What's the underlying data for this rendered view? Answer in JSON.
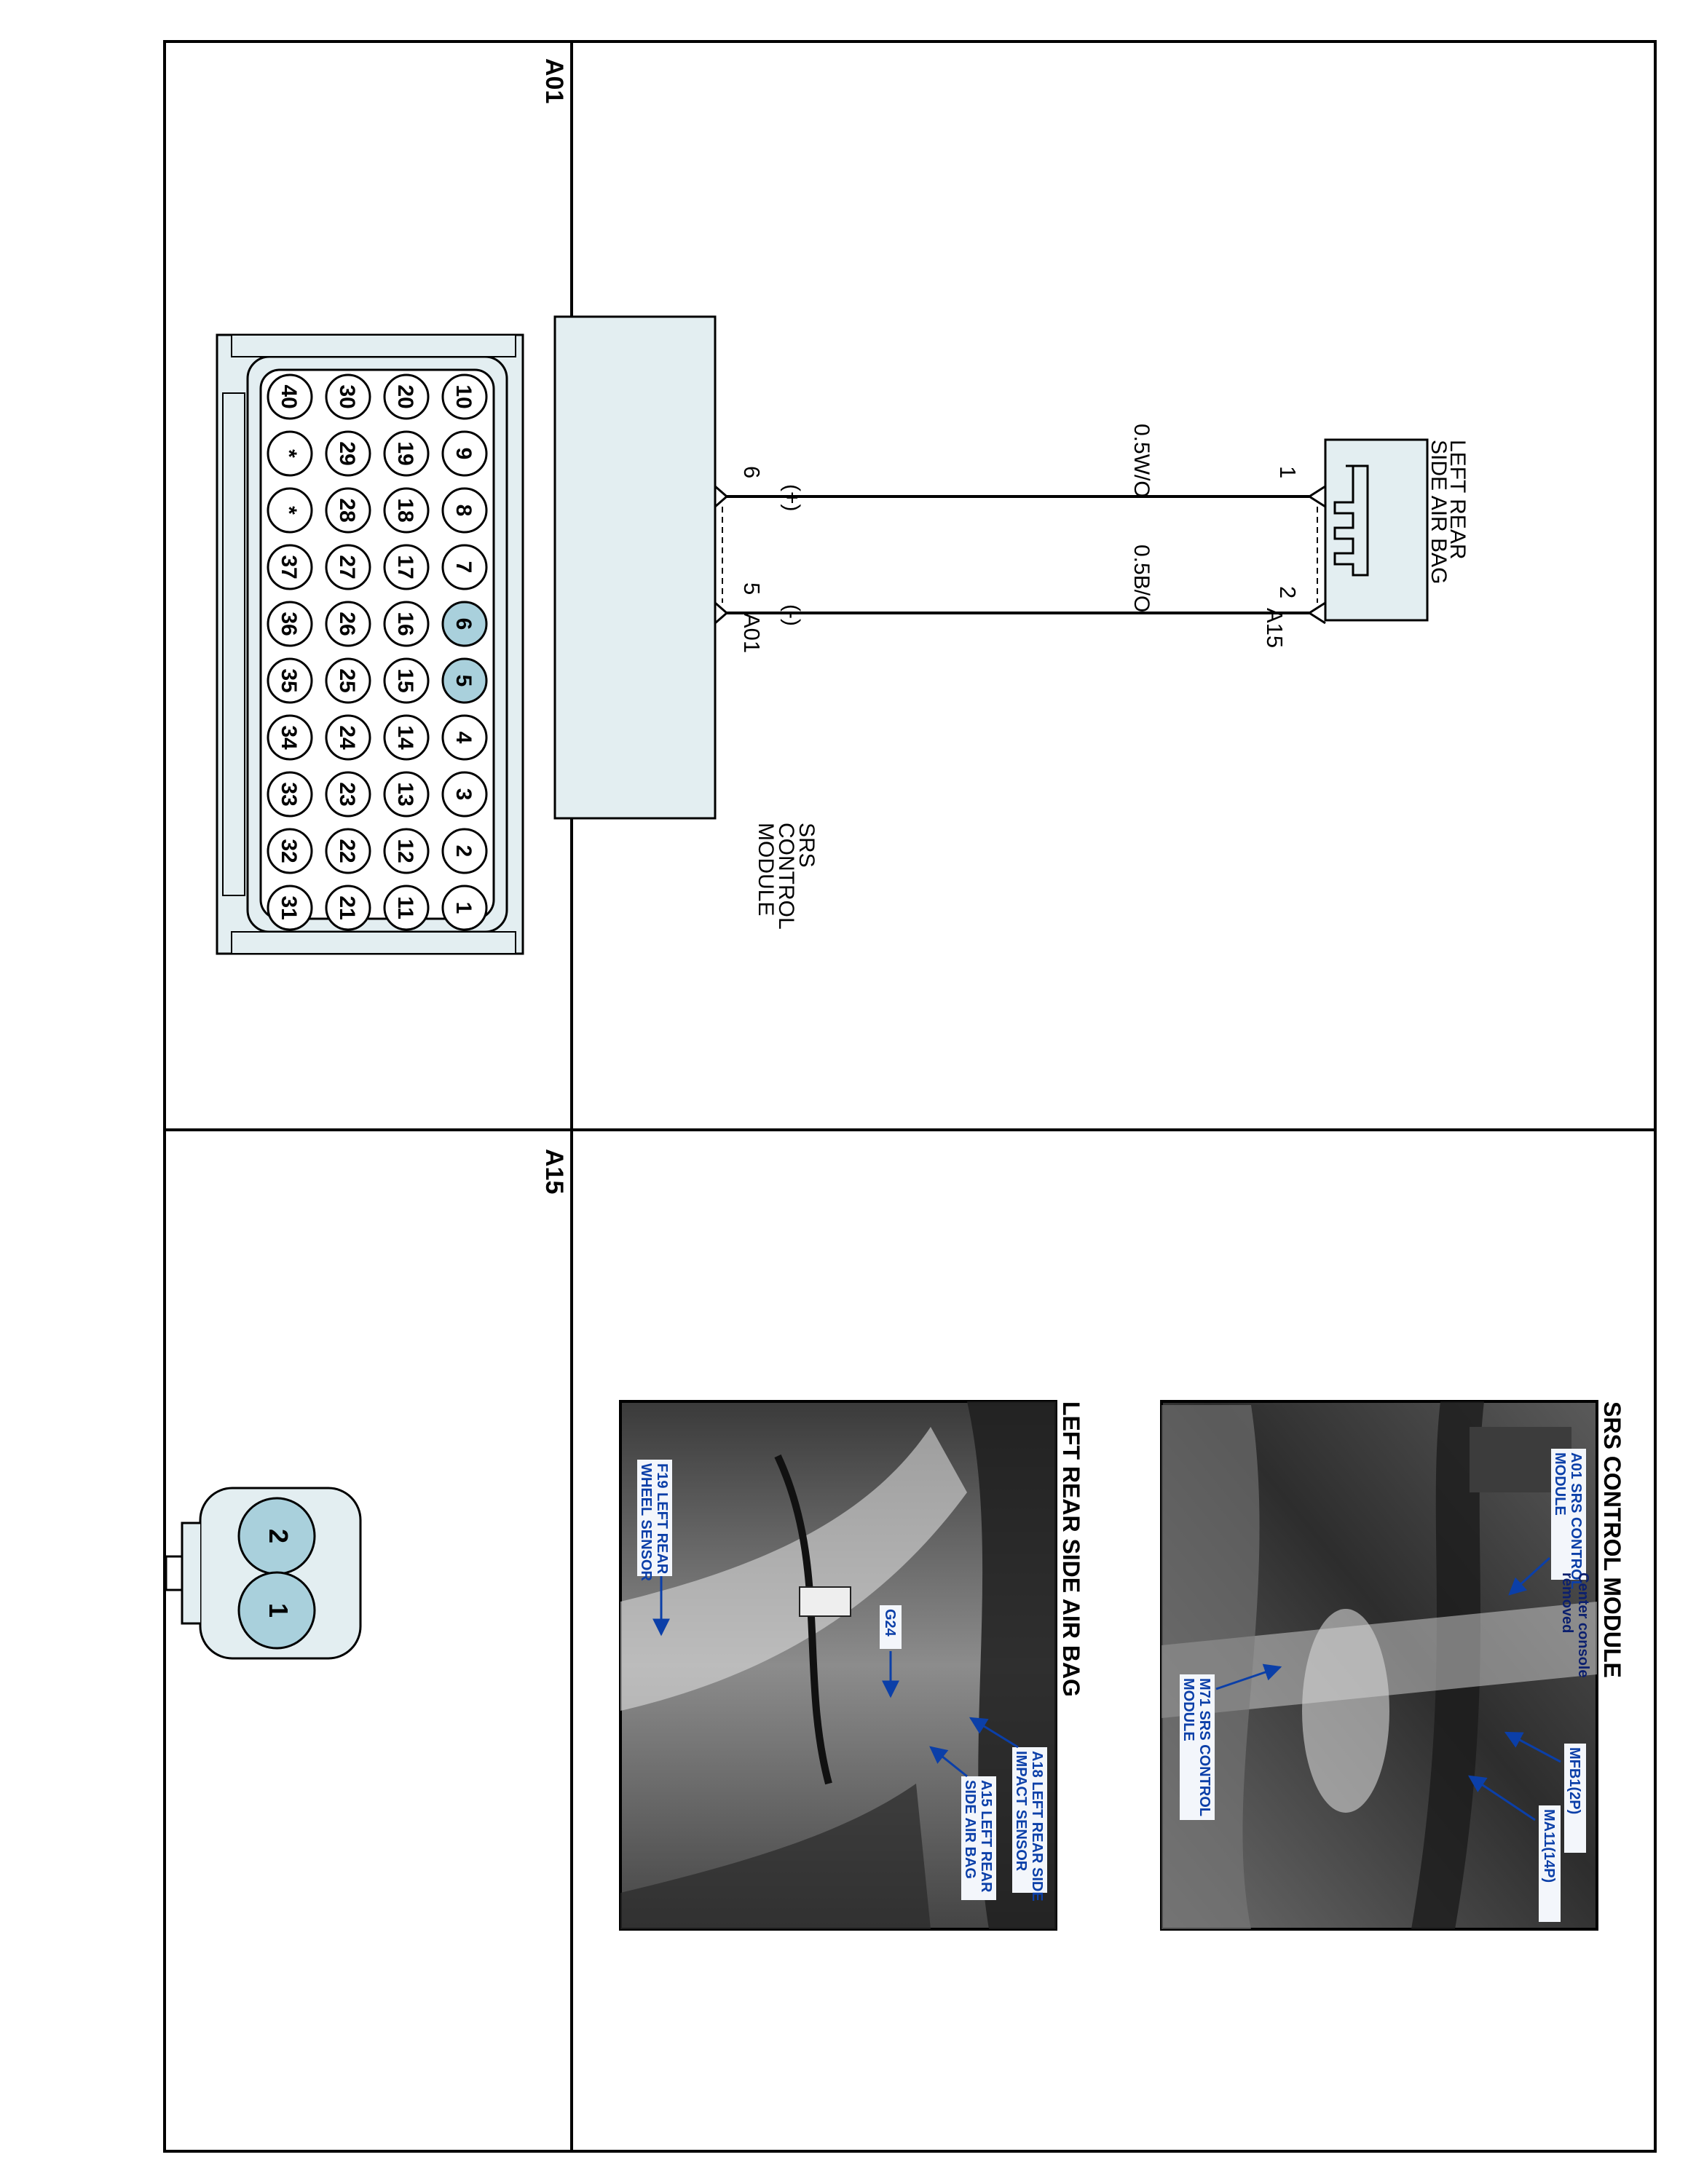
{
  "cells": {
    "a01_label": "A01",
    "a15_label": "A15"
  },
  "schematic": {
    "airbag_name_line1": "LEFT REAR",
    "airbag_name_line2": "SIDE AIR BAG",
    "airbag_connector": "A15",
    "airbag_pin_top": "1",
    "airbag_pin_bottom": "2",
    "wire1_label": "0.5W/O",
    "wire2_label": "0.5B/O",
    "module_connector": "A01",
    "module_pin_top": "6",
    "module_pin_bottom": "5",
    "module_pin_top_polarity": "(+)",
    "module_pin_bottom_polarity": "(-)",
    "module_name_line1": "SRS",
    "module_name_line2": "CONTROL",
    "module_name_line3": "MODULE"
  },
  "a01_connector": {
    "row1": [
      "10",
      "9",
      "8",
      "7",
      "6",
      "5",
      "4",
      "3",
      "2",
      "1"
    ],
    "row2": [
      "20",
      "19",
      "18",
      "17",
      "16",
      "15",
      "14",
      "13",
      "12",
      "11"
    ],
    "row3": [
      "30",
      "29",
      "28",
      "27",
      "26",
      "25",
      "24",
      "23",
      "22",
      "21"
    ],
    "row4": [
      "40",
      "*",
      "*",
      "37",
      "36",
      "35",
      "34",
      "33",
      "32",
      "31"
    ],
    "highlighted": [
      "6",
      "5"
    ]
  },
  "a15_connector": {
    "pins": [
      "2",
      "1"
    ]
  },
  "photos": {
    "srs_title": "SRS CONTROL MODULE",
    "srs_callouts": {
      "a01_line1": "A01 SRS CONTROL",
      "a01_line2": "MODULE",
      "console_line1": "Center console",
      "console_line2": "removed",
      "mfb1": "MFB1(2P)",
      "ma11": "MA11(14P)",
      "m71_line1": "M71 SRS CONTROL",
      "m71_line2": "MODULE"
    },
    "airbag_title": "LEFT REAR SIDE AIR BAG",
    "airbag_callouts": {
      "f19_line1": "F19 LEFT REAR",
      "f19_line2": "WHEEL SENSOR",
      "g24": "G24",
      "a18_line1": "A18 LEFT REAR SIDE",
      "a18_line2": "IMPACT SENSOR",
      "a15_line1": "A15 LEFT REAR",
      "a15_line2": "SIDE AIR BAG"
    }
  },
  "colors": {
    "component_fill": "#e3eef1",
    "pin_highlight": "#a9d0dc",
    "callout_blue": "#0b3fa8",
    "callout_box": "#f3f6fb",
    "photo_dark": "#2a2a2a"
  }
}
